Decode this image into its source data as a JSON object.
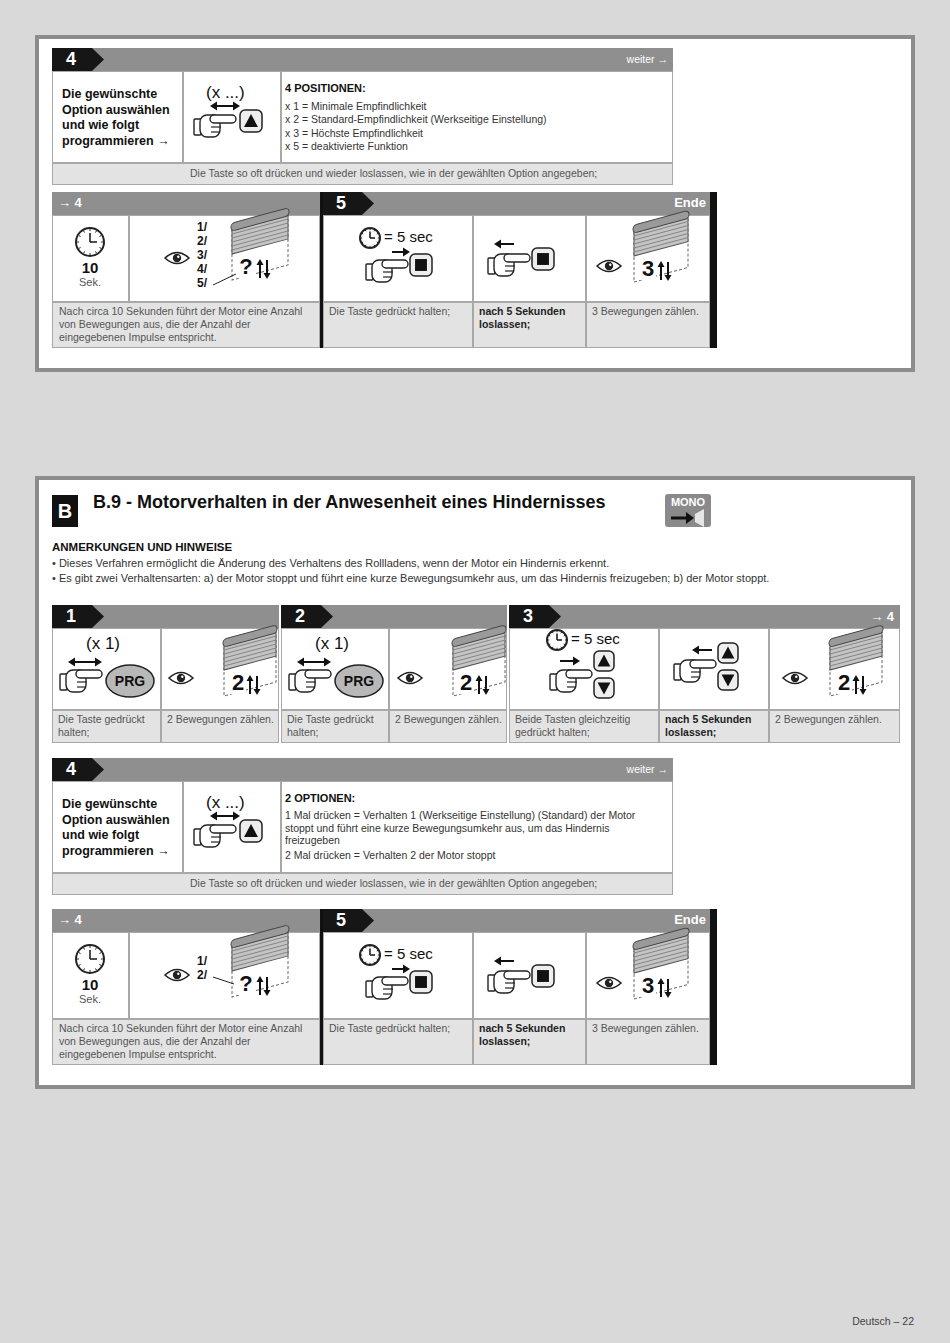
{
  "diagram": {
    "title": "B.9 - Motorverhalten in der Anwesenheit eines Hindernisses",
    "nodes": [
      {
        "text": [
          "4",
          "weiter →"
        ]
      },
      {
        "text": [
          "Die gewünschte Option auswählen und wie folgt programmieren →"
        ],
        "in": 0
      },
      {
        "text": [
          "(x ...)"
        ],
        "in": 0
      },
      {
        "text": [
          "4 POSITIONEN:",
          "x 1 = Minimale Empfindlichkeit",
          "x 2 = Standard-Empfindlichkeit (Werkseitige Einstellung)",
          "x 3 = Höchste Empfindlichkeit",
          "x 5 = deaktivierte Funktion"
        ],
        "in": 0
      },
      {
        "text": [
          "Die Taste so oft drücken und wieder loslassen, wie in der gewählten Option angegeben;"
        ],
        "in": 0
      },
      {
        "text": [
          "→ 4"
        ]
      },
      {
        "text": [
          "10",
          "Sek."
        ],
        "in": 5
      },
      {
        "text": [
          "1/",
          "2/",
          "3/",
          "4/",
          "5/",
          "?"
        ],
        "in": 5
      },
      {
        "text": [
          "Nach circa 10 Sekunden führt der Motor eine Anzahl von Bewegungen aus, die der Anzahl der eingegebenen Impulse entspricht."
        ],
        "in": 5
      },
      {
        "text": [
          "5",
          "Ende"
        ]
      },
      {
        "text": [
          "= 5 sec",
          "Die Taste gedrückt halten;"
        ],
        "in": 9
      },
      {
        "text": [
          "nach 5 Sekunden loslassen;"
        ],
        "in": 9
      },
      {
        "text": [
          "3",
          "3 Bewegungen zählen."
        ],
        "in": 9
      },
      {
        "text": [
          "B"
        ]
      },
      {
        "text": [
          "MONO"
        ]
      },
      {
        "text": [
          "1"
        ]
      },
      {
        "text": [
          "(x 1)",
          "PRG",
          "Die Taste gedrückt halten;"
        ],
        "in": 15
      },
      {
        "text": [
          "2",
          "2 Bewegungen zählen."
        ],
        "in": 15
      },
      {
        "text": [
          "2"
        ]
      },
      {
        "text": [
          "(x 1)",
          "PRG",
          "Die Taste gedrückt halten;"
        ],
        "in": 18
      },
      {
        "text": [
          "2",
          "2 Bewegungen zählen."
        ],
        "in": 18
      },
      {
        "text": [
          "3",
          "→ 4"
        ]
      },
      {
        "text": [
          "= 5 sec",
          "Beide Tasten gleichzeitig gedrückt halten;"
        ],
        "in": 21
      },
      {
        "text": [
          "nach 5 Sekunden loslassen;"
        ],
        "in": 21
      },
      {
        "text": [
          "2",
          "2 Bewegungen zählen."
        ],
        "in": 21
      },
      {
        "text": [
          "4",
          "weiter →"
        ]
      },
      {
        "text": [
          "Die gewünschte Option auswählen und wie folgt programmieren →"
        ],
        "in": 25
      },
      {
        "text": [
          "(x ...)"
        ],
        "in": 25
      },
      {
        "text": [
          "2 OPTIONEN:",
          "1 Mal drücken = Verhalten 1 (Werkseitige Einstellung) (Standard) der Motor stoppt und führt eine kurze Bewegungsumkehr aus, um das Hindernis freizugeben",
          "2 Mal drücken = Verhalten 2 der Motor stoppt"
        ],
        "in": 25
      },
      {
        "text": [
          "Die Taste so oft drücken und wieder loslassen, wie in der gewählten Option angegeben;"
        ],
        "in": 25
      },
      {
        "text": [
          "→ 4"
        ]
      },
      {
        "text": [
          "10",
          "Sek."
        ],
        "in": 30
      },
      {
        "text": [
          "1/",
          "2/",
          "?"
        ],
        "in": 30
      },
      {
        "text": [
          "Nach circa 10 Sekunden führt der Motor eine Anzahl von Bewegungen aus, die der Anzahl der eingegebenen Impulse entspricht."
        ],
        "in": 30
      },
      {
        "text": [
          "5",
          "Ende"
        ]
      },
      {
        "text": [
          "= 5 sec",
          "Die Taste gedrückt halten;"
        ],
        "in": 34
      },
      {
        "text": [
          "nach 5 Sekunden loslassen;"
        ],
        "in": 34
      },
      {
        "text": [
          "3",
          "3 Bewegungen zählen."
        ],
        "in": 34
      }
    ],
    "labels": [
      "ANMERKUNGEN UND HINWEISE",
      "• Dieses Verfahren ermöglicht die Änderung des Verhaltens des Rollladens, wenn der Motor ein Hindernis erkennt.",
      "• Es gibt zwei Verhaltensarten: a) der Motor stoppt und führt eine kurze Bewegungsumkehr aus, um das Hindernis freizugeben; b) der Motor stoppt.",
      "Deutsch – 22"
    ]
  }
}
